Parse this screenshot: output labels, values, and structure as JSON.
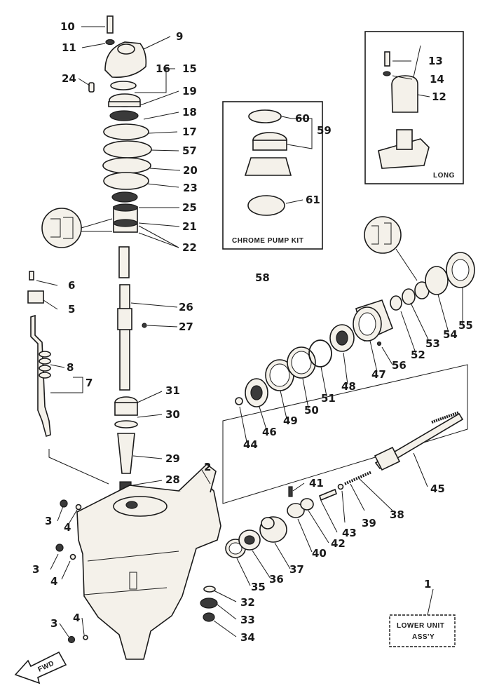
{
  "callouts": {
    "c1": "1",
    "c2": "2",
    "c3a": "3",
    "c3b": "3",
    "c3c": "3",
    "c4a": "4",
    "c4b": "4",
    "c4c": "4",
    "c5": "5",
    "c6": "6",
    "c7": "7",
    "c8": "8",
    "c9": "9",
    "c10": "10",
    "c11": "11",
    "c12": "12",
    "c13": "13",
    "c14": "14",
    "c15": "15",
    "c16": "16",
    "c17": "17",
    "c18": "18",
    "c19": "19",
    "c20": "20",
    "c21": "21",
    "c22": "22",
    "c23": "23",
    "c24": "24",
    "c25": "25",
    "c26": "26",
    "c27": "27",
    "c28": "28",
    "c29": "29",
    "c30": "30",
    "c31": "31",
    "c32": "32",
    "c33": "33",
    "c34": "34",
    "c35": "35",
    "c36": "36",
    "c37": "37",
    "c38": "38",
    "c39": "39",
    "c40": "40",
    "c41": "41",
    "c42": "42",
    "c43": "43",
    "c44": "44",
    "c45": "45",
    "c46": "46",
    "c47": "47",
    "c48": "48",
    "c49": "49",
    "c50": "50",
    "c51": "51",
    "c52": "52",
    "c53": "53",
    "c54": "54",
    "c55": "55",
    "c56": "56",
    "c57": "57",
    "c58": "58",
    "c59": "59",
    "c60": "60",
    "c61": "61"
  },
  "boxes": {
    "pump_kit_label": "CHROME PUMP KIT",
    "long_label": "LONG",
    "lower_unit_line1": "LOWER UNIT",
    "lower_unit_line2": "ASS'Y",
    "fwd_label": "FWD"
  }
}
